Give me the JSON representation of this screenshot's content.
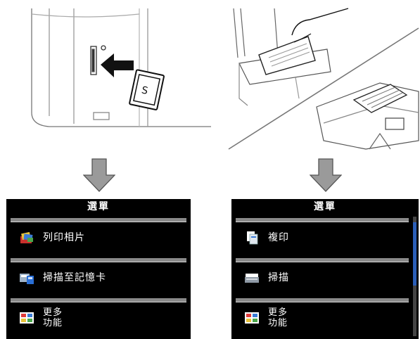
{
  "left_panel": {
    "screen_title": "選單",
    "items": [
      {
        "label": "列印相片",
        "icon": "photo-print-icon"
      },
      {
        "label": "掃描至記憶卡",
        "icon": "scan-to-card-icon"
      },
      {
        "label_line1": "更多",
        "label_line2": "功能",
        "icon": "more-functions-icon"
      }
    ]
  },
  "right_panel": {
    "screen_title": "選單",
    "items": [
      {
        "label": "複印",
        "icon": "copy-icon"
      },
      {
        "label": "掃描",
        "icon": "scan-icon"
      },
      {
        "label_line1": "更多",
        "label_line2": "功能",
        "icon": "more-functions-icon"
      }
    ]
  },
  "colors": {
    "screen_bg": "#000000",
    "divider": "#8a8a8a",
    "scroll_thumb": "#2b5fb8",
    "arrow": "#9a9a9a"
  }
}
